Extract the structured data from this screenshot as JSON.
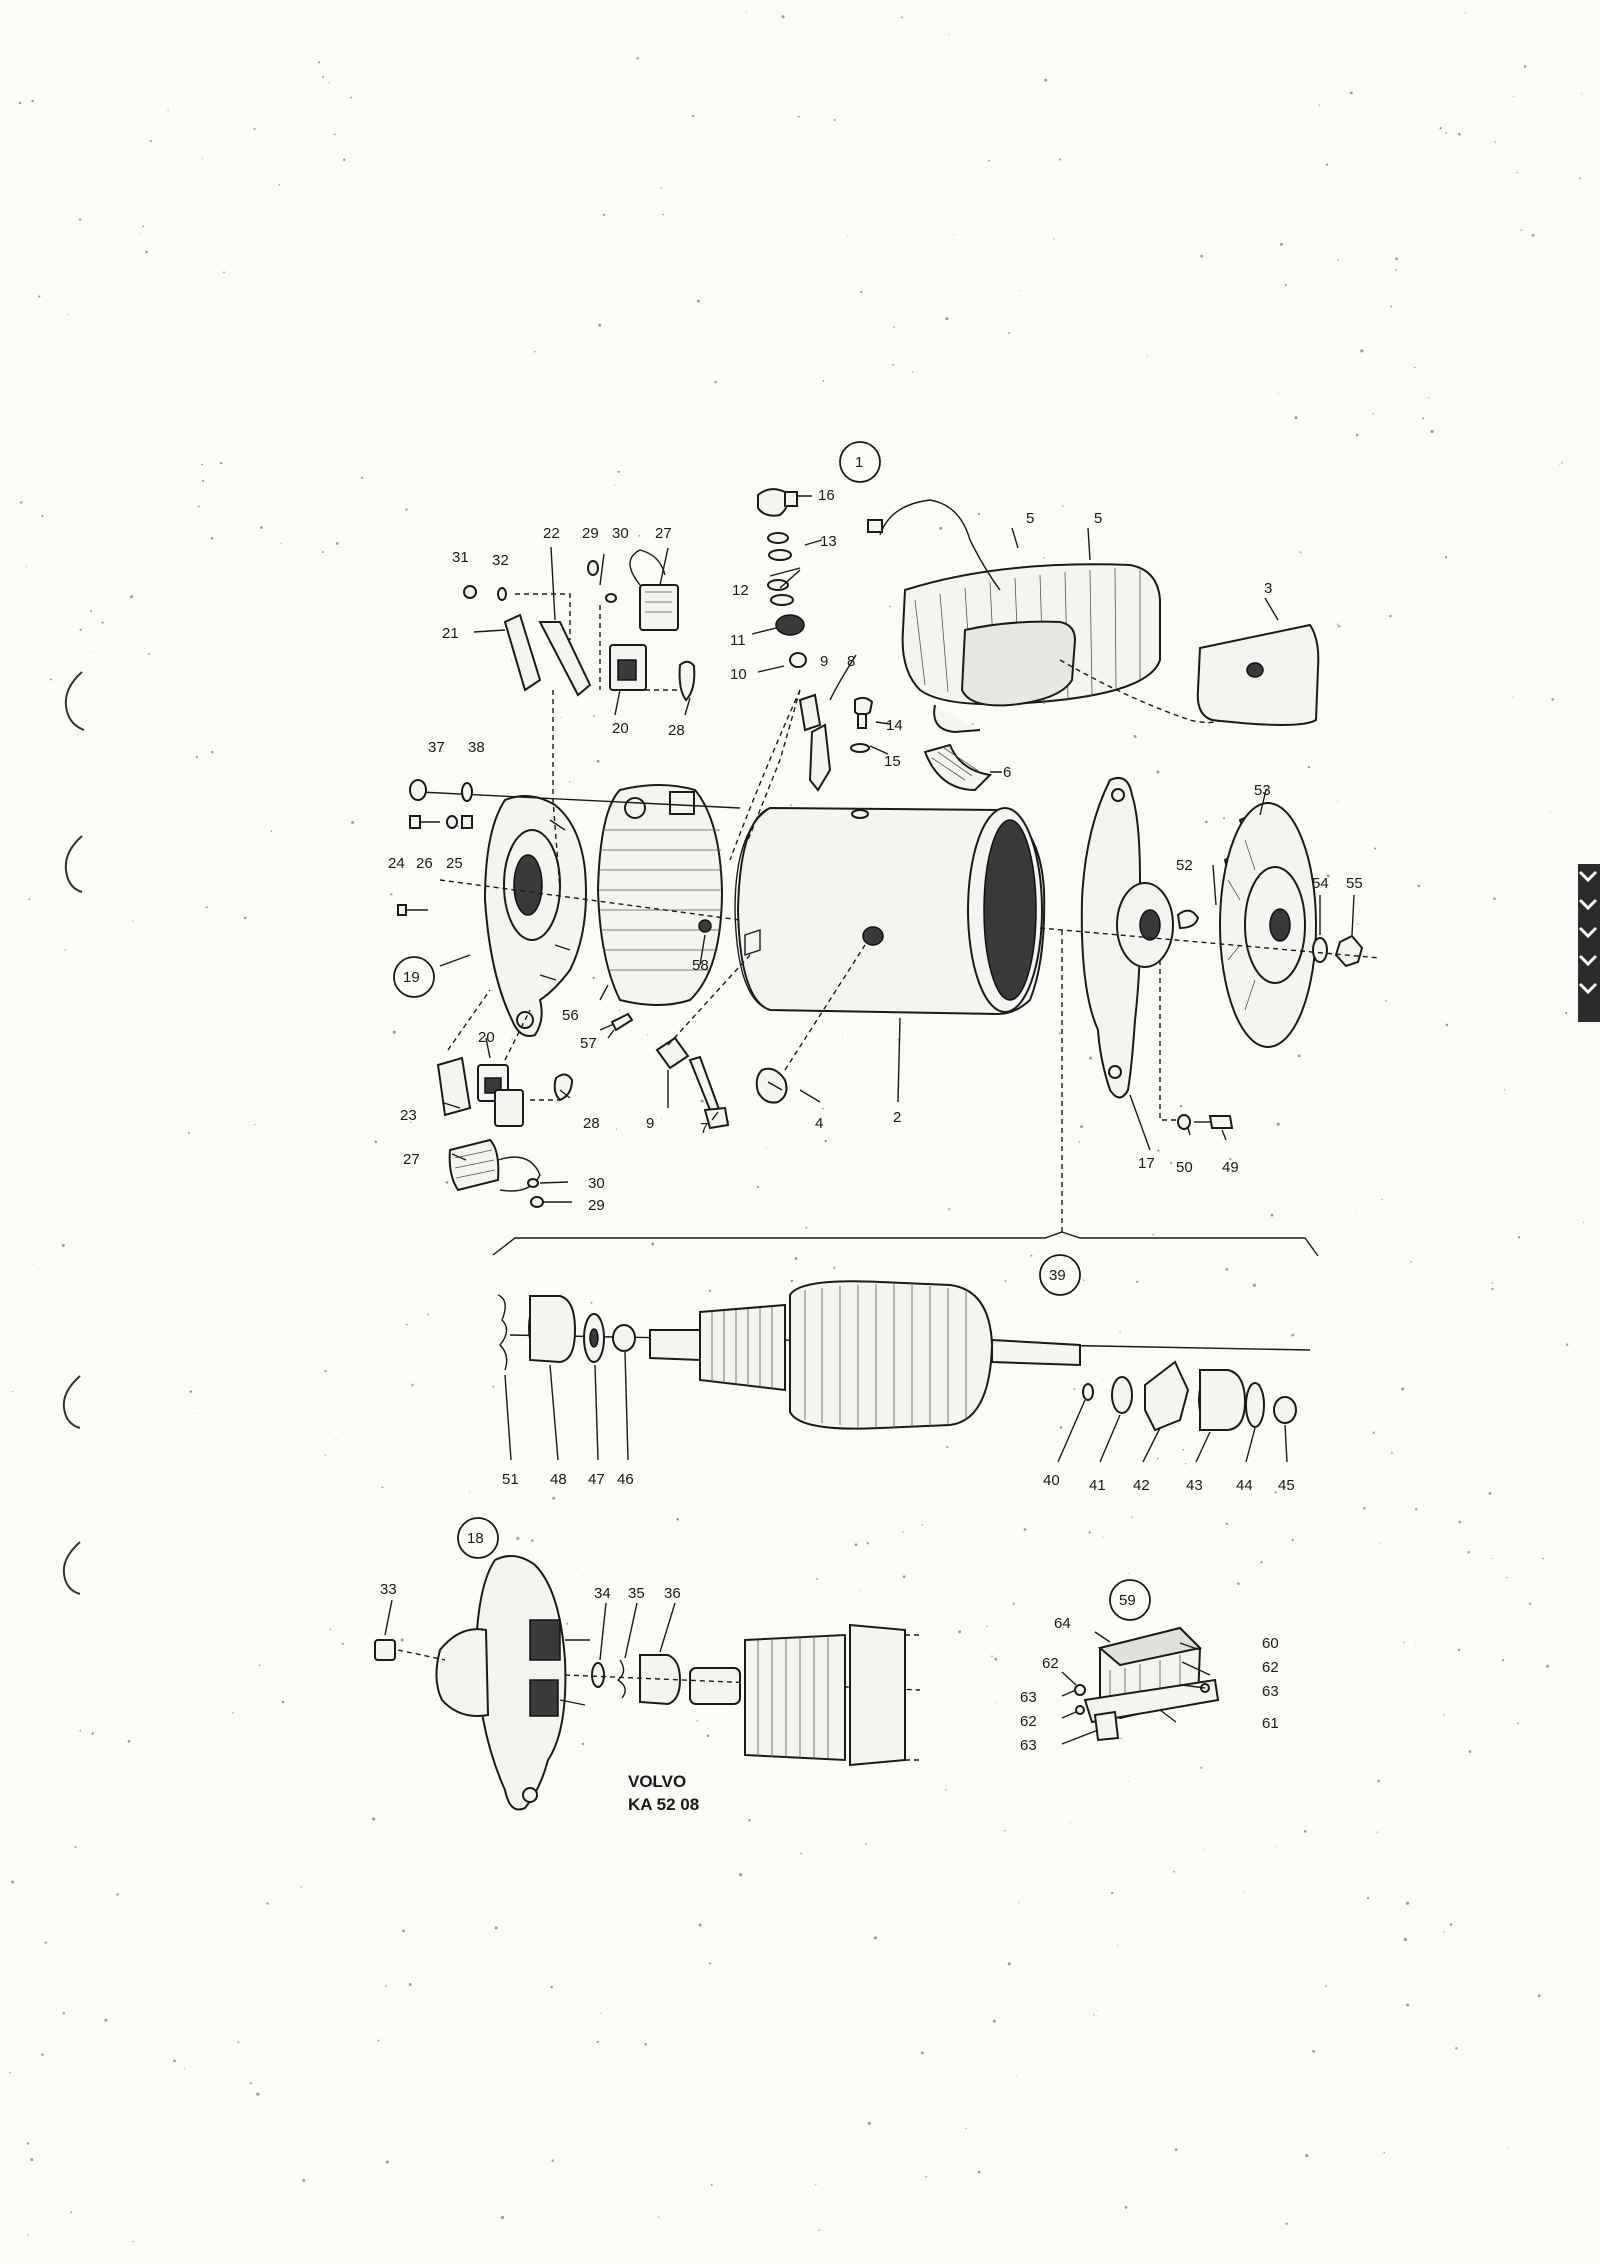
{
  "labels": {
    "l1": "1",
    "l2": "2",
    "l3": "3",
    "l4": "4",
    "l5a": "5",
    "l5b": "5",
    "l6": "6",
    "l7": "7",
    "l8": "8",
    "l9a": "9",
    "l9b": "9",
    "l10": "10",
    "l11": "11",
    "l12": "12",
    "l13": "13",
    "l14": "14",
    "l15": "15",
    "l16": "16",
    "l17": "17",
    "l18": "18",
    "l19": "19",
    "l20a": "20",
    "l20b": "20",
    "l21": "21",
    "l22": "22",
    "l23": "23",
    "l24": "24",
    "l25": "25",
    "l26": "26",
    "l27a": "27",
    "l27b": "27",
    "l28a": "28",
    "l28b": "28",
    "l29a": "29",
    "l29b": "29",
    "l30a": "30",
    "l30b": "30",
    "l31": "31",
    "l32": "32",
    "l33": "33",
    "l34": "34",
    "l35": "35",
    "l36": "36",
    "l37": "37",
    "l38": "38",
    "l39": "39",
    "l40": "40",
    "l41": "41",
    "l42": "42",
    "l43": "43",
    "l44": "44",
    "l45": "45",
    "l46": "46",
    "l47": "47",
    "l48": "48",
    "l49": "49",
    "l50": "50",
    "l51": "51",
    "l52": "52",
    "l53": "53",
    "l54": "54",
    "l55": "55",
    "l56": "56",
    "l57": "57",
    "l58": "58",
    "l59": "59",
    "l60": "60",
    "l61": "61",
    "l62a": "62",
    "l62b": "62",
    "l62c": "62",
    "l63a": "63",
    "l63b": "63",
    "l63c": "63",
    "l64": "64"
  },
  "brand": {
    "line1": "VOLVO",
    "line2": "KA 52 08"
  },
  "colors": {
    "ink": "#1a1a1a",
    "paper": "#fbfbf8"
  }
}
